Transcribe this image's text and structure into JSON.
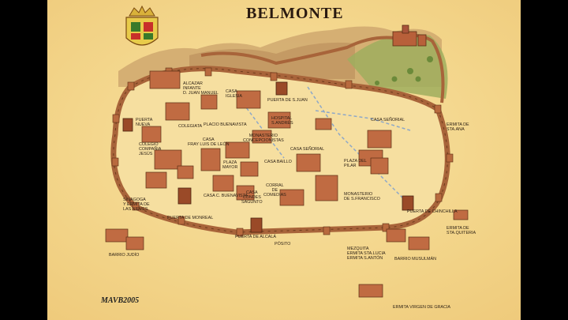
{
  "title": "BELMONTE",
  "signature": "MAVB2005",
  "colors": {
    "parchment": "#f3d58a",
    "wall": "#a8643a",
    "roof": "#b8603a",
    "mountain": "#c8a06a",
    "text": "#2b1f14"
  },
  "icons": {
    "coat_of_arms": "castle-shield-icon"
  },
  "labels": {
    "alcazar": "ALCAZAR\nINFANTE\nD. JUAN MANUEL",
    "casa_iglesia": "CASA\nIGLESIA",
    "puerta_san_juan": "PUERTA DE S.JUAN",
    "puerta_nueva": "PUERTA\nNUEVA",
    "colegiata": "COLEGIATA",
    "placio_buenavista": "PLACIO BUENAVISTA",
    "hospital_san_andres": "HOSPITAL\nS.ANDRÉS",
    "casa_senorial_1": "CASA SEÑORIAL",
    "ermita_sta_ana": "ERMITA DE\nSTA.ANA",
    "colegio_jesus": "COLEGIO\nCOMPAÑIA\nJESÚS",
    "casa_fray_luis": "CASA\nFRAY LUIS DE LEÓN",
    "monasterio_concepcion": "MONASTERIO\nCONCEPCIONISTAS",
    "casa_senorial_2": "CASA SEÑORIAL",
    "plaza_mayor": "PLAZA\nMAYOR",
    "casa_baillo": "CASA BAILLO",
    "plaza_del_pilar": "PLAZA DEL\nPILAR",
    "corral_comedias": "CORRAL\nDE\nCOMEDIAS",
    "casa_buenavista": "CASA C. BUENAVISTA",
    "casa_condes_saceno": "CASA\nCONDES\nSAGUNTO",
    "monasterio_san_francisco": "MONASTERIO\nDE S.FRANCISCO",
    "sinagoga": "SINAGOGA\nY ERMITA DE\nLAS NIEVES",
    "puerta_chinchilla": "PUERTA DE CHINCHILLA",
    "ermita_sta_quiteria": "ERMITA DE\nSTA.QUITERIA",
    "puerta_monreal": "PUERTA DE MONREAL",
    "puerta_alcala": "PUERTA DE ALCALÁ",
    "posito": "PÓSITO",
    "barrio_judio": "BARRIO JUDÍO",
    "mezquita": "MEZQUITA\nERMITA STA.LUCIA\nERMITA S.ANTÓN",
    "barrio_musulman": "BARRIO MUSULMÁN",
    "ermita_virgen_gracia": "ERMITA VIRGEN DE GRACIA"
  }
}
